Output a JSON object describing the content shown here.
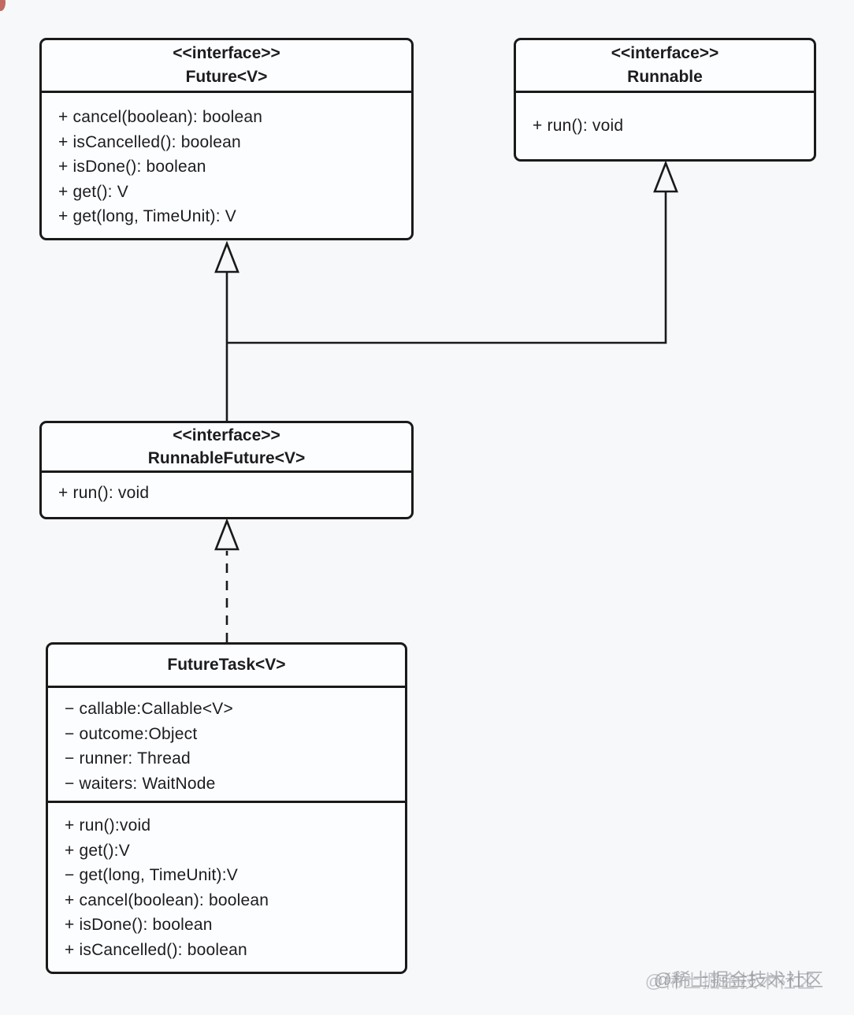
{
  "page": {
    "background": "#f7f8fa",
    "watermark": "@稀土掘金技术社区"
  },
  "colors": {
    "box_fill": "#fcfdfe",
    "border": "#1a1a1a",
    "text": "#1c1c1e",
    "watermark_gray": "#7d7d84",
    "corner_artifact_red": "#b03a2e"
  },
  "classes": [
    {
      "id": "future",
      "stereotype": "<<interface>>",
      "name": "Future<V>",
      "attributes": [],
      "methods": [
        "+ cancel(boolean): boolean",
        "+ isCancelled(): boolean",
        "+ isDone(): boolean",
        "+ get(): V",
        "+ get(long, TimeUnit): V"
      ]
    },
    {
      "id": "runnable",
      "stereotype": "<<interface>>",
      "name": "Runnable",
      "attributes": [],
      "methods": [
        "+ run(): void"
      ]
    },
    {
      "id": "runnable-future",
      "stereotype": "<<interface>>",
      "name": "RunnableFuture<V>",
      "attributes": [],
      "methods": [
        "+ run(): void"
      ]
    },
    {
      "id": "future-task",
      "stereotype": "",
      "name": "FutureTask<V>",
      "attributes": [
        "− callable:Callable<V>",
        "− outcome:Object",
        "− runner: Thread",
        "− waiters: WaitNode"
      ],
      "methods": [
        "+ run():void",
        "+ get():V",
        "− get(long, TimeUnit):V",
        "+ cancel(boolean): boolean",
        "+ isDone(): boolean",
        "+ isCancelled(): boolean"
      ]
    }
  ],
  "relationships": [
    {
      "from": "RunnableFuture<V>",
      "to": "Future<V>",
      "type": "extends",
      "line": "solid",
      "arrowhead": "hollow-triangle"
    },
    {
      "from": "RunnableFuture<V>",
      "to": "Runnable",
      "type": "extends",
      "line": "solid",
      "arrowhead": "hollow-triangle"
    },
    {
      "from": "FutureTask<V>",
      "to": "RunnableFuture<V>",
      "type": "implements",
      "line": "dashed",
      "arrowhead": "hollow-triangle"
    }
  ]
}
